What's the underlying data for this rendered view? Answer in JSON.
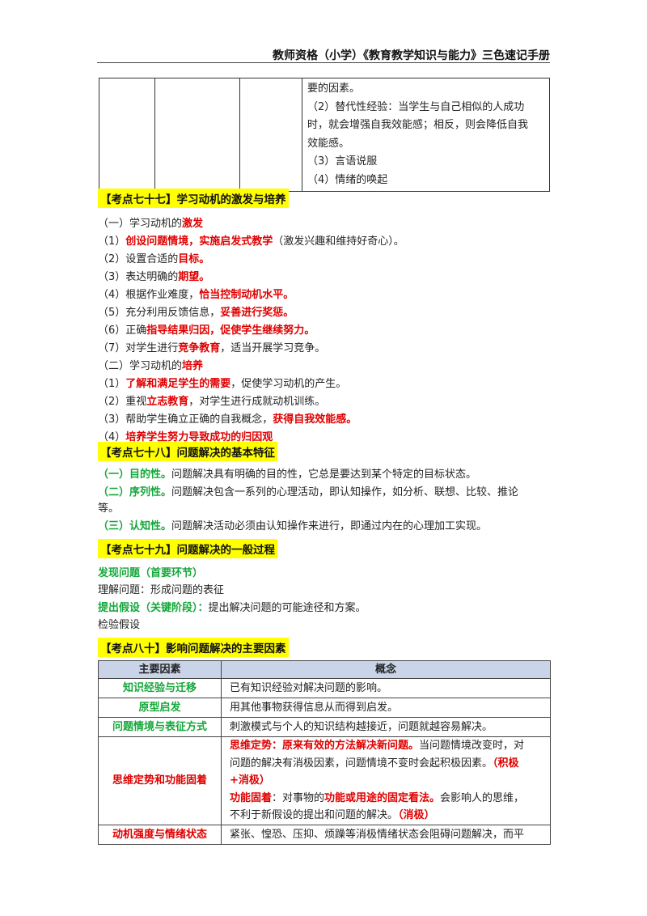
{
  "header": {
    "title": "教师资格（小学）《教育教学知识与能力》三色速记手册"
  },
  "top_table": {
    "lines": [
      "要的因素。",
      "（2）替代性经验：当学生与自己相似的人成功",
      "时，就会增强自我效能感；相反，则会降低自我",
      "效能感。",
      "（3）言语说服",
      "（4）情绪的唤起"
    ]
  },
  "s77": {
    "heading": "【考点七十七】学习动机的激发与培养",
    "sub1_a": "（一）学习动机的",
    "sub1_b": "激发",
    "i1_a": "（1）",
    "i1_b": "创设问题情境，实施启发式教学",
    "i1_c": "（激发兴趣和维持好奇心）。",
    "i2_a": "（2）设置合适的",
    "i2_b": "目标。",
    "i3_a": "（3）表达明确的",
    "i3_b": "期望。",
    "i4_a": "（4）根据作业难度，",
    "i4_b": "恰当控制动机水平。",
    "i5_a": "（5）充分利用反馈信息，",
    "i5_b": "妥善进行奖惩。",
    "i6_a": "（6）正确",
    "i6_b": "指导结果归因，促使学生继续努力。",
    "i7_a": "（7）对学生进行",
    "i7_b": "竞争教育",
    "i7_c": "，适当开展学习竞争。",
    "sub2_a": "（二）学习动机的",
    "sub2_b": "培养",
    "j1_a": "（1）",
    "j1_b": "了解和满足学生的需要",
    "j1_c": "，促使学习动机的产生。",
    "j2_a": "（2）重视",
    "j2_b": "立志教育",
    "j2_c": "，对学生进行成就动机训练。",
    "j3_a": "（3）帮助学生确立正确的自我概念，",
    "j3_b": "获得自我效能感。",
    "j4_a": "（4）",
    "j4_b": "培养学生努力导致成功的归因观"
  },
  "s78": {
    "heading": "【考点七十八】问题解决的基本特征",
    "f1_a": "（一）目的性。",
    "f1_b": "问题解决具有明确的目的性，它总是要达到某个特定的目标状态。",
    "f2_a": "（二）序列性。",
    "f2_b": "问题解决包含一系列的心理活动，即认知操作，如分析、联想、比较、推论",
    "f2_c": "等。",
    "f3_a": "（三）认知性。",
    "f3_b": "问题解决活动必须由认知操作来进行，即通过内在的心理加工实现。"
  },
  "s79": {
    "heading": "【考点七十九】问题解决的一般过程",
    "p1": "发现问题（首要环节）",
    "p2": "理解问题：形成问题的表征",
    "p3_a": "提出假设（关键阶段）：",
    "p3_b": "提出解决问题的可能途径和方案。",
    "p4": "检验假设"
  },
  "s80": {
    "heading": "【考点八十】影响问题解决的主要因素",
    "col1": "主要因素",
    "col2": "概念",
    "r1_k": "知识经验与迁移",
    "r1_v": "已有知识经验对解决问题的影响。",
    "r2_k": "原型启发",
    "r2_v": "用其他事物获得信息从而得到启发。",
    "r3_k": "问题情境与表征方式",
    "r3_v": "刺激模式与个人的知识结构越接近，问题就越容易解决。",
    "r4_k": "思维定势和功能固着",
    "r4_l1a": "思维定势：原来有效的方法解决新问题。",
    "r4_l1b": "当问题情境改变时，对",
    "r4_l2a": "问题的解决有消极因素，问题情境不变时会起积极因素。",
    "r4_l2b": "（积极",
    "r4_l3": "+消极）",
    "r4_l4a": "功能固着",
    "r4_l4b": "：对事物的",
    "r4_l4c": "功能或用途的固定看法。",
    "r4_l4d": "会影响人的思维，",
    "r4_l5a": "不利于新假设的提出和问题的解决。",
    "r4_l5b": "（消极）",
    "r5_k": "动机强度与情绪状态",
    "r5_v": "紧张、惶恐、压抑、烦躁等消极情绪状态会阻碍问题解决，而平"
  }
}
